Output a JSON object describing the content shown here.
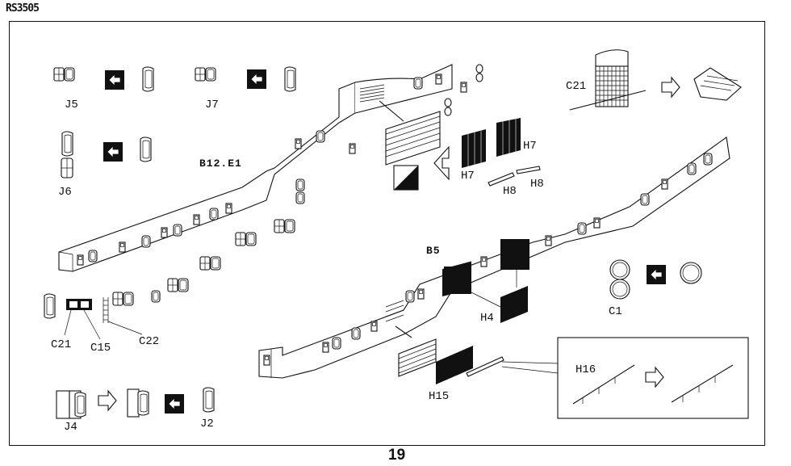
{
  "header": {
    "code": "RS3505"
  },
  "footer": {
    "page_number": "19"
  },
  "labels": {
    "j5": "J5",
    "j7": "J7",
    "j6": "J6",
    "j4": "J4",
    "j2": "J2",
    "b12e1": "B12.E1",
    "b5": "B5",
    "h7a": "H7",
    "h7b": "H7",
    "h8a": "H8",
    "h8b": "H8",
    "c21top": "C21",
    "c21bottom": "C21",
    "c15": "C15",
    "c22": "C22",
    "h4": "H4",
    "c1": "C1",
    "h15": "H15",
    "h16": "H16"
  },
  "icons": [
    "flip-over-icon",
    "arrow-step-icon",
    "half-black-square-icon"
  ]
}
